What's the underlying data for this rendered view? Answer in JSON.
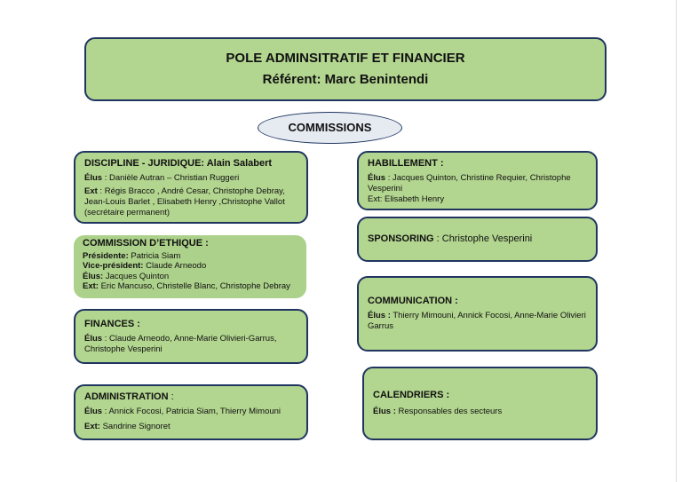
{
  "header": {
    "title": "POLE ADMINSITRATIF ET FINANCIER",
    "referent": "Référent: Marc Benintendi"
  },
  "commissions_label": "COMMISSIONS",
  "discipline": {
    "title": "DISCIPLINE - JURIDIQUE:  Alain Salabert",
    "elus_label": "Élus",
    "elus": " : Danièle Autran – Christian Ruggeri",
    "ext_label": "Ext",
    "ext": " : Régis Bracco , André Cesar, Christophe Debray, Jean-Louis Barlet , Elisabeth Henry ,Christophe Vallot (secrétaire permanent)"
  },
  "ethique": {
    "title": "COMMISSION D’ETHIQUE :",
    "presidente_label": "Présidente:",
    "presidente": " Patricia Siam",
    "vice_label": "Vice-président:",
    "vice": " Claude Arneodo",
    "elus_label": "Élus:",
    "elus": " Jacques Quinton",
    "ext_label": "Ext:",
    "ext": " Eric Mancuso, Christelle Blanc, Christophe Debray"
  },
  "finances": {
    "title": "FINANCES :",
    "elus_label": "Élus",
    "elus": " : Claude Arneodo, Anne-Marie Olivieri-Garrus, Christophe Vesperini"
  },
  "administration": {
    "title": "ADMINISTRATION",
    "title_suffix": " :",
    "elus_label": "Élus",
    "elus": " : Annick Focosi, Patricia Siam, Thierry Mimouni",
    "ext_label": "Ext:",
    "ext": " Sandrine Signoret"
  },
  "habillement": {
    "title": "HABILLEMENT :",
    "elus_label": "Élus",
    "elus": " :  Jacques Quinton, Christine Requier, Christophe Vesperini",
    "ext": "Ext: Elisabeth Henry"
  },
  "sponsoring": {
    "title": "SPONSORING",
    "value": " : Christophe Vesperini"
  },
  "communication": {
    "title": "COMMUNICATION :",
    "elus_label": "Élus :",
    "elus": " Thierry Mimouni, Annick Focosi, Anne-Marie Olivieri Garrus"
  },
  "calendriers": {
    "title": "CALENDRIERS :",
    "elus_label": "Élus :",
    "elus": " Responsables des secteurs"
  }
}
